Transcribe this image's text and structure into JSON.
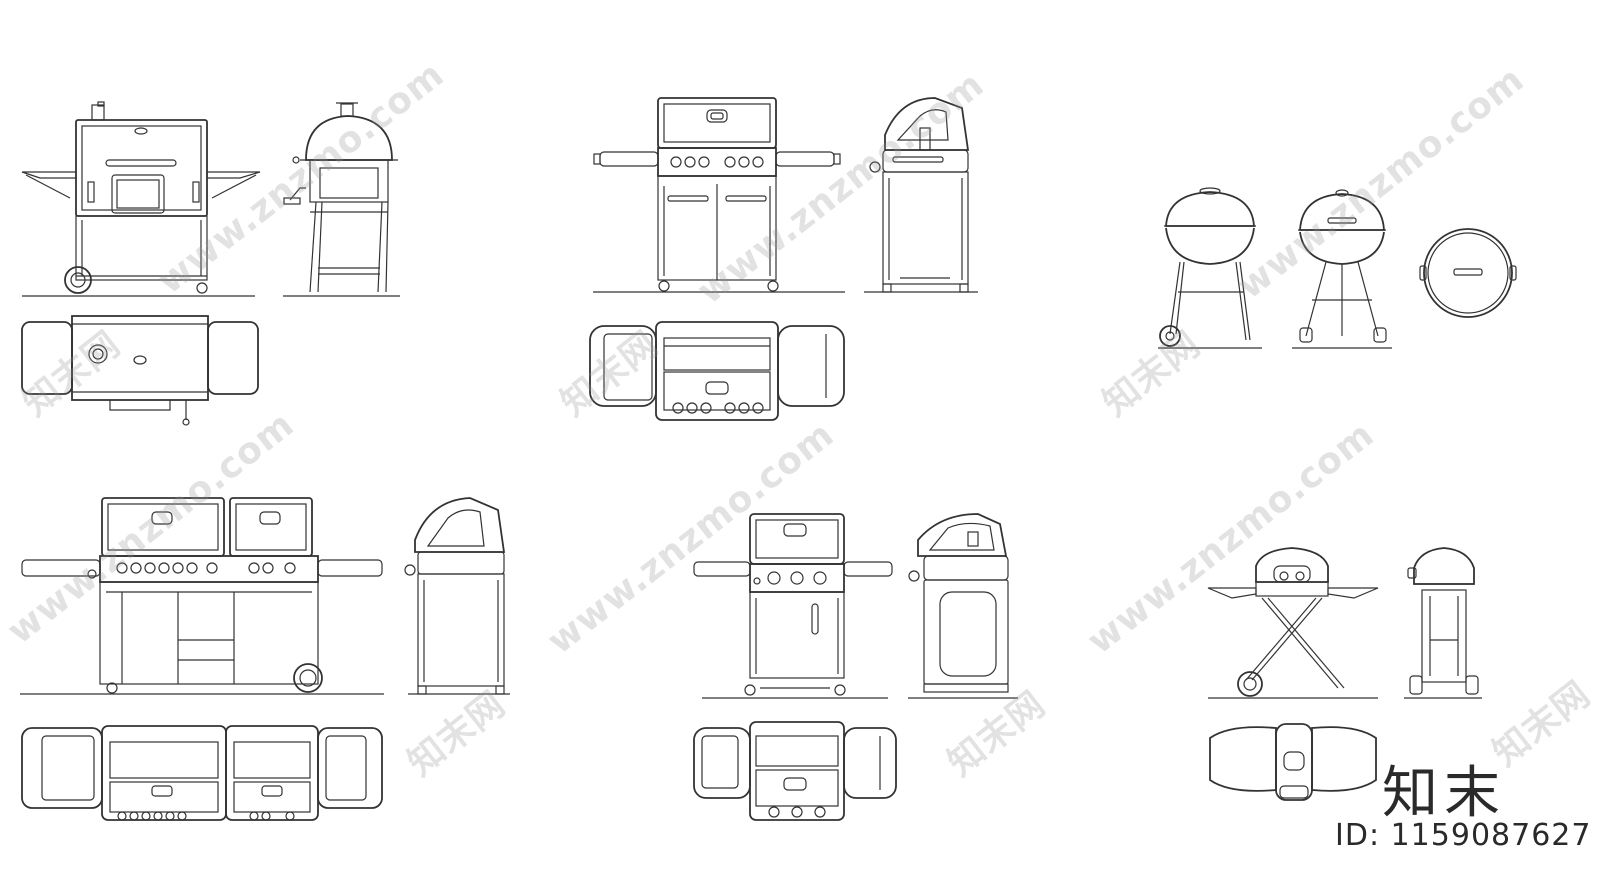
{
  "watermark": {
    "site": "www.znzmo.com",
    "brand": "知末网"
  },
  "logo": {
    "text": "知末"
  },
  "image_id": {
    "text": "ID: 1159087627"
  }
}
